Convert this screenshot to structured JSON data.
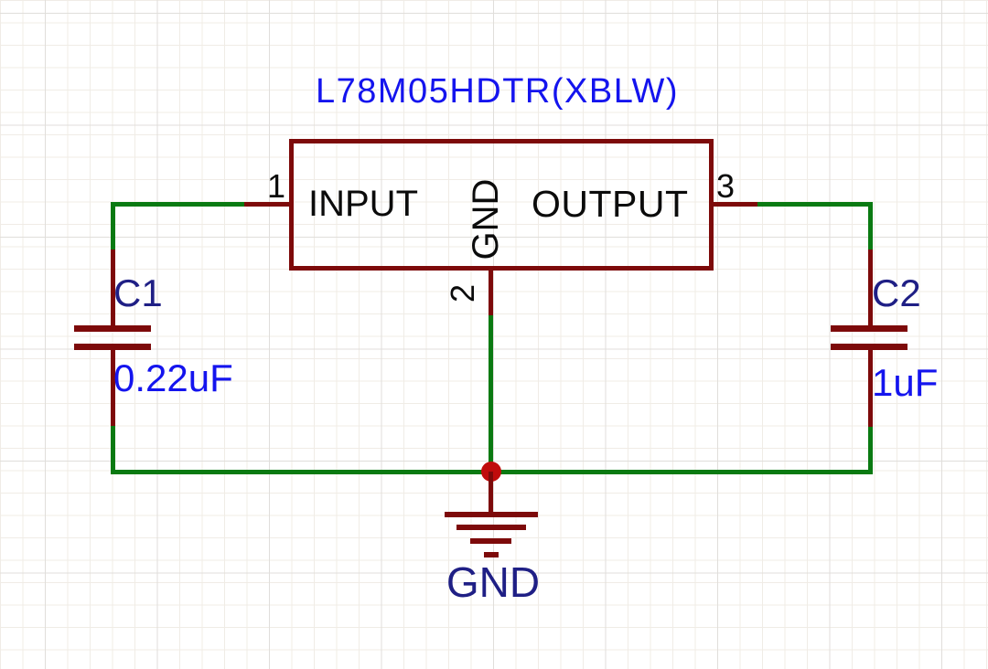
{
  "schematic": {
    "component": {
      "name": "L78M05HDTR(XBLW)",
      "pins": [
        {
          "number": "1",
          "label": "INPUT"
        },
        {
          "number": "2",
          "label": "GND"
        },
        {
          "number": "3",
          "label": "OUTPUT"
        }
      ]
    },
    "capacitors": [
      {
        "designator": "C1",
        "value": "0.22uF"
      },
      {
        "designator": "C2",
        "value": "1uF"
      }
    ],
    "ground": {
      "net_label": "GND"
    },
    "colors": {
      "symbol": "#7d0a0a",
      "wire": "#0a7a12",
      "junction": "#c00c0c",
      "value_text": "#1414ee",
      "designator_text": "#1f1f85",
      "pin_text": "#0b0b0b",
      "grid_line": "#f0ece6",
      "grid_major": "#e0dedb"
    }
  }
}
